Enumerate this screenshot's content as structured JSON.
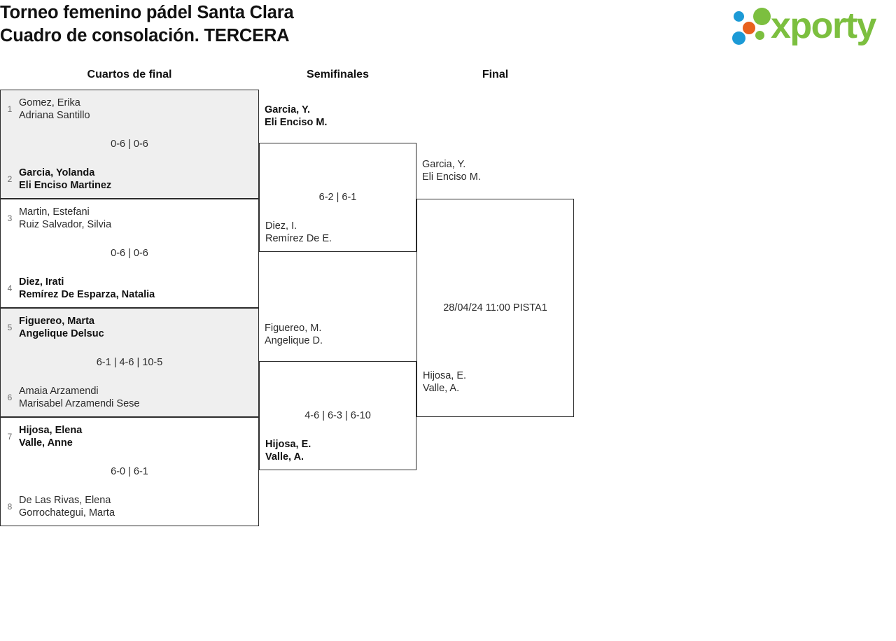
{
  "header": {
    "title_line1": "Torneo femenino pádel Santa Clara",
    "title_line2": "Cuadro de consolación. TERCERA"
  },
  "logo": {
    "wordmark": "xporty",
    "colors": {
      "green": "#7cbf3f",
      "blue": "#1c9ad6",
      "orange": "#e8601c"
    }
  },
  "rounds": {
    "quarterfinals_label": "Cuartos de final",
    "semifinals_label": "Semifinales",
    "final_label": "Final"
  },
  "quarterfinals": [
    {
      "top": {
        "seed": "1",
        "line1": "Gomez, Erika",
        "line2": "Adriana Santillo",
        "winner": false
      },
      "bottom": {
        "seed": "2",
        "line1": "Garcia, Yolanda",
        "line2": "Eli Enciso Martinez",
        "winner": true
      },
      "score": "0-6 | 0-6"
    },
    {
      "top": {
        "seed": "3",
        "line1": "Martin, Estefani",
        "line2": "Ruiz Salvador, Silvia",
        "winner": false
      },
      "bottom": {
        "seed": "4",
        "line1": "Diez, Irati",
        "line2": "Remírez De Esparza, Natalia",
        "winner": true
      },
      "score": "0-6 | 0-6"
    },
    {
      "top": {
        "seed": "5",
        "line1": "Figuereo, Marta",
        "line2": "Angelique Delsuc",
        "winner": true
      },
      "bottom": {
        "seed": "6",
        "line1": "Amaia Arzamendi",
        "line2": "Marisabel Arzamendi Sese",
        "winner": false
      },
      "score": "6-1 | 4-6 | 10-5"
    },
    {
      "top": {
        "seed": "7",
        "line1": "Hijosa, Elena",
        "line2": "Valle, Anne",
        "winner": true
      },
      "bottom": {
        "seed": "8",
        "line1": "De Las Rivas, Elena",
        "line2": "Gorrochategui, Marta",
        "winner": false
      },
      "score": "6-0 | 6-1"
    }
  ],
  "semifinals": [
    {
      "top": {
        "line1": "Garcia, Y.",
        "line2": "Eli Enciso M.",
        "winner": true
      },
      "bottom": {
        "line1": "Diez, I.",
        "line2": "Remírez De E.",
        "winner": false
      },
      "score": "6-2 | 6-1"
    },
    {
      "top": {
        "line1": "Figuereo, M.",
        "line2": "Angelique D.",
        "winner": false
      },
      "bottom": {
        "line1": "Hijosa, E.",
        "line2": "Valle, A.",
        "winner": true
      },
      "score": "4-6 | 6-3 | 6-10"
    }
  ],
  "final": {
    "top": {
      "line1": "Garcia, Y.",
      "line2": "Eli Enciso M.",
      "winner": false
    },
    "bottom": {
      "line1": "Hijosa, E.",
      "line2": "Valle, A.",
      "winner": false
    },
    "score": "28/04/24 11:00 PISTA1"
  }
}
